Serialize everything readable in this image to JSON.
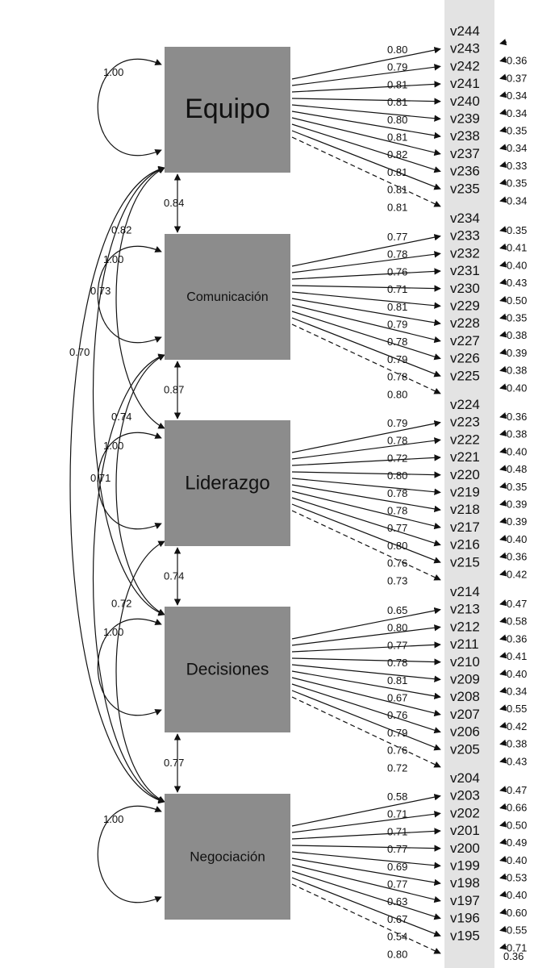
{
  "factors": [
    {
      "name": "Equipo",
      "self_variance": "1.00",
      "items": [
        "v244",
        "v243",
        "v242",
        "v241",
        "v240",
        "v239",
        "v238",
        "v237",
        "v236",
        "v235"
      ],
      "loadings": [
        "0.80",
        "0.79",
        "0.81",
        "0.81",
        "0.80",
        "0.81",
        "0.82",
        "0.81",
        "0.81",
        "0.81"
      ],
      "residuals": [
        "",
        "0.36",
        "0.37",
        "0.34",
        "0.34",
        "0.35",
        "0.34",
        "0.33",
        "0.35",
        "0.34"
      ],
      "font_size": 34
    },
    {
      "name": "Comunicación",
      "self_variance": "1.00",
      "items": [
        "v234",
        "v233",
        "v232",
        "v231",
        "v230",
        "v229",
        "v228",
        "v227",
        "v226",
        "v225"
      ],
      "loadings": [
        "0.77",
        "0.78",
        "0.76",
        "0.71",
        "0.81",
        "0.79",
        "0.78",
        "0.79",
        "0.78",
        "0.80"
      ],
      "residuals": [
        "0.35",
        "0.41",
        "0.40",
        "0.43",
        "0.50",
        "0.35",
        "0.38",
        "0.39",
        "0.38",
        "0.40"
      ],
      "font_size": 16
    },
    {
      "name": "Liderazgo",
      "self_variance": "1.00",
      "items": [
        "v224",
        "v223",
        "v222",
        "v221",
        "v220",
        "v219",
        "v218",
        "v217",
        "v216",
        "v215"
      ],
      "loadings": [
        "0.79",
        "0.78",
        "0.72",
        "0.80",
        "0.78",
        "0.78",
        "0.77",
        "0.80",
        "0.76",
        "0.73"
      ],
      "residuals": [
        "0.36",
        "0.38",
        "0.40",
        "0.48",
        "0.35",
        "0.39",
        "0.39",
        "0.40",
        "0.36",
        "0.42"
      ],
      "font_size": 24
    },
    {
      "name": "Decisiones",
      "self_variance": "1.00",
      "items": [
        "v214",
        "v213",
        "v212",
        "v211",
        "v210",
        "v209",
        "v208",
        "v207",
        "v206",
        "v205"
      ],
      "loadings": [
        "0.65",
        "0.80",
        "0.77",
        "0.78",
        "0.81",
        "0.67",
        "0.76",
        "0.79",
        "0.76",
        "0.72"
      ],
      "residuals": [
        "0.47",
        "0.58",
        "0.36",
        "0.41",
        "0.40",
        "0.34",
        "0.55",
        "0.42",
        "0.38",
        "0.43"
      ],
      "font_size": 21
    },
    {
      "name": "Negociación",
      "self_variance": "1.00",
      "items": [
        "v204",
        "v203",
        "v202",
        "v201",
        "v200",
        "v199",
        "v198",
        "v197",
        "v196",
        "v195"
      ],
      "loadings": [
        "0.58",
        "0.71",
        "0.71",
        "0.77",
        "0.69",
        "0.77",
        "0.63",
        "0.67",
        "0.54",
        "0.80"
      ],
      "residuals": [
        "0.47",
        "0.66",
        "0.50",
        "0.49",
        "0.40",
        "0.53",
        "0.40",
        "0.60",
        "0.55",
        "0.71"
      ],
      "font_size": 17
    }
  ],
  "last_residual": "0.36",
  "adjacent_correlations": [
    "0.84",
    "0.87",
    "0.74",
    "0.77"
  ],
  "long_correlations": [
    {
      "from": 0,
      "to": 2,
      "value": "0.82"
    },
    {
      "from": 0,
      "to": 3,
      "value": "0.73"
    },
    {
      "from": 0,
      "to": 4,
      "value": "0.70"
    },
    {
      "from": 1,
      "to": 3,
      "value": "0.74"
    },
    {
      "from": 1,
      "to": 4,
      "value": "0.71"
    },
    {
      "from": 2,
      "to": 4,
      "value": "0.72"
    }
  ]
}
